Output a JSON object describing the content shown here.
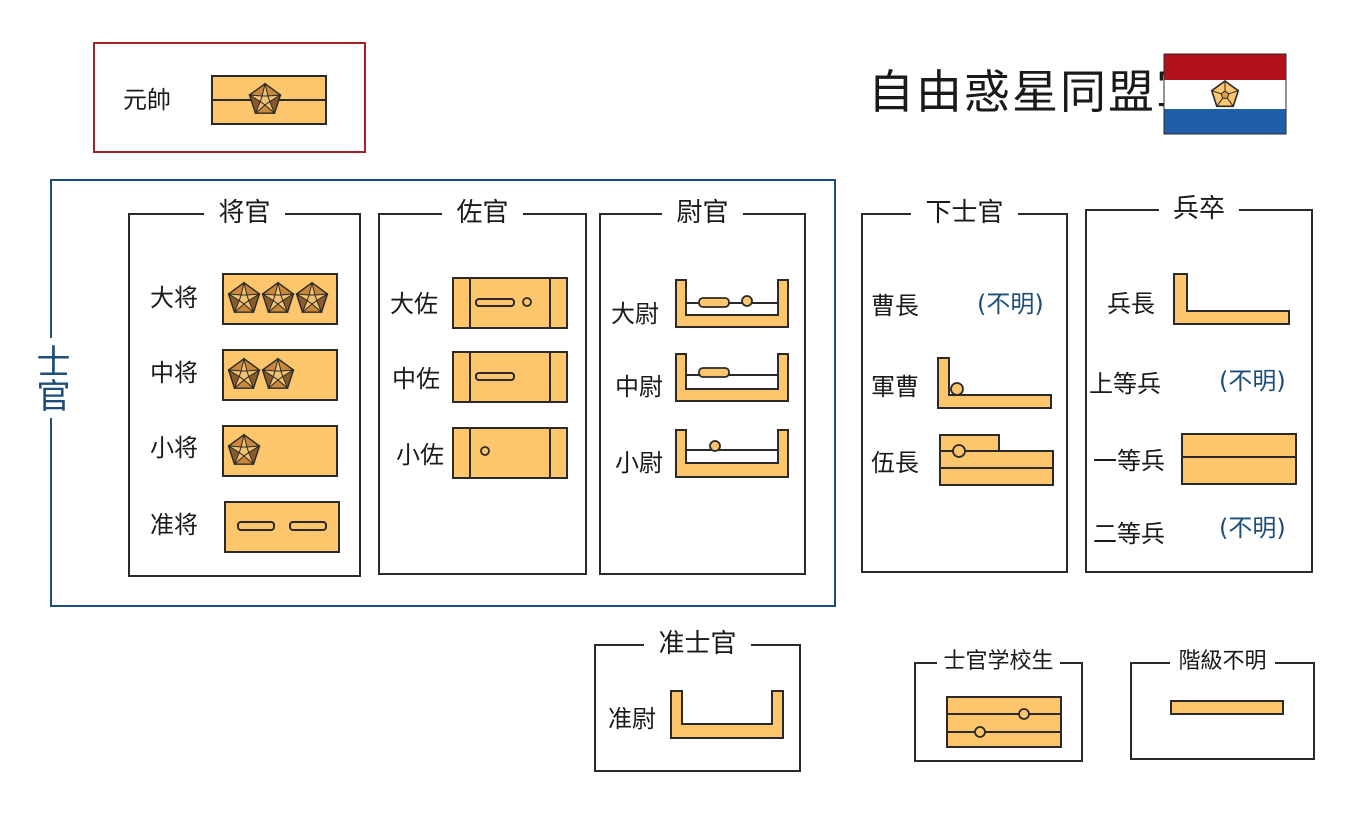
{
  "title": "自由惑星同盟軍",
  "flag": {
    "stripe_top": "#b3121b",
    "stripe_mid": "#ffffff",
    "stripe_bottom": "#1f5fa8"
  },
  "colors": {
    "insignia_fill": "#fdc56c",
    "officer_frame": "#1d4e7a",
    "marshal_frame": "#a3212b",
    "unknown_text": "#1d4e7a"
  },
  "marshal": {
    "label": "元帥"
  },
  "officers_label": "士官",
  "groups": {
    "general": {
      "title": "将官",
      "ranks": [
        "大将",
        "中将",
        "小将",
        "准将"
      ]
    },
    "field": {
      "title": "佐官",
      "ranks": [
        "大佐",
        "中佐",
        "小佐"
      ]
    },
    "company": {
      "title": "尉官",
      "ranks": [
        "大尉",
        "中尉",
        "小尉"
      ]
    },
    "warrant": {
      "title": "准士官",
      "ranks": [
        "准尉"
      ]
    },
    "nco": {
      "title": "下士官",
      "ranks": [
        "曹長",
        "軍曹",
        "伍長"
      ],
      "unknown": "(不明)"
    },
    "enlisted": {
      "title": "兵卒",
      "ranks": [
        "兵長",
        "上等兵",
        "一等兵",
        "二等兵"
      ],
      "unknown_1": "(不明)",
      "unknown_2": "(不明)"
    },
    "cadet": {
      "title": "士官学校生"
    },
    "unranked": {
      "title": "階級不明"
    }
  }
}
